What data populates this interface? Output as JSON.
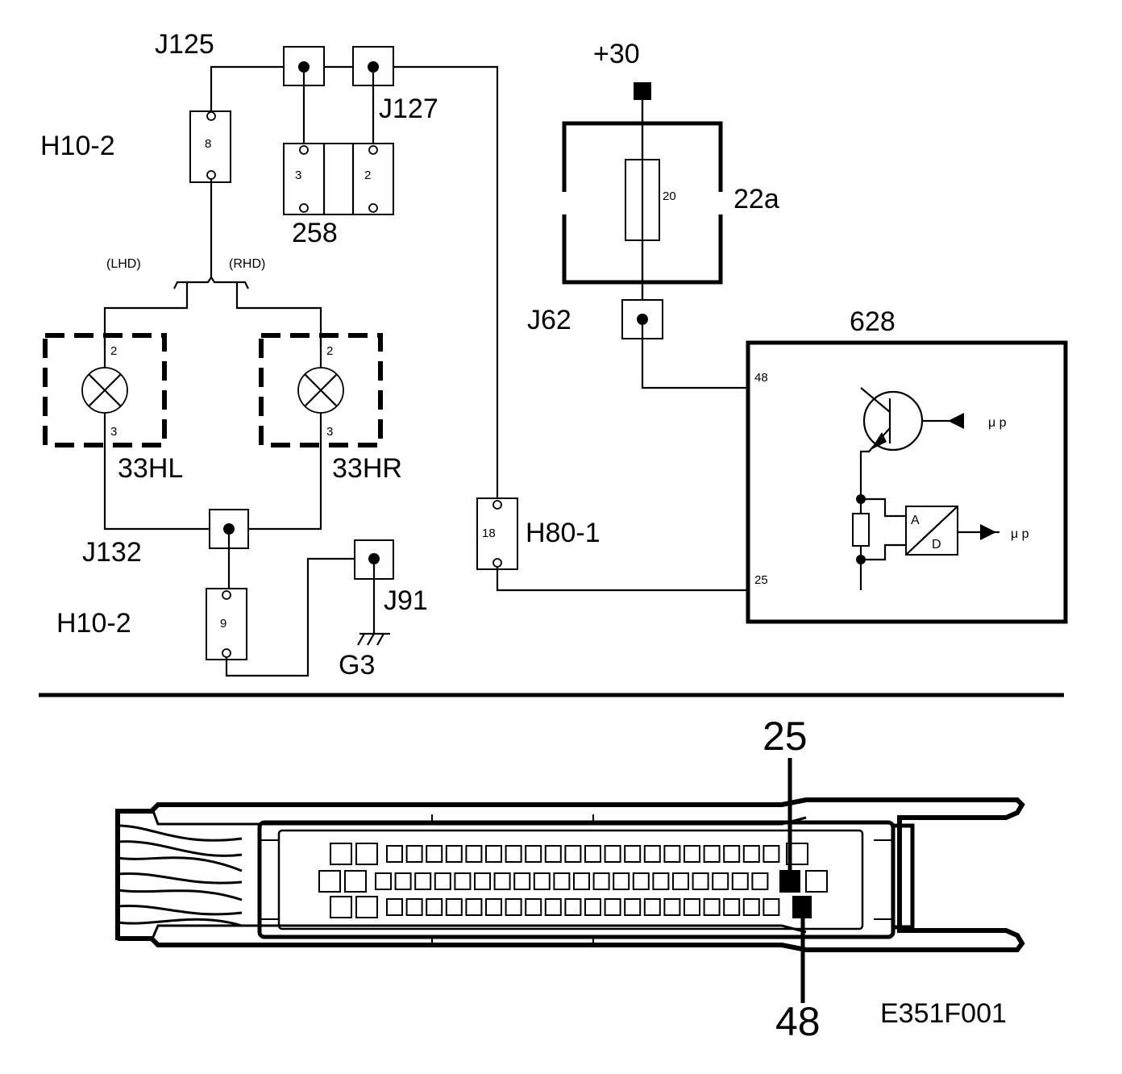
{
  "labels": {
    "j125": "J125",
    "j127": "J127",
    "h10_2_top": "H10-2",
    "h10_2_bottom": "H10-2",
    "c258": "258",
    "lhd": "(LHD)",
    "rhd": "(RHD)",
    "lamp_left": "33HL",
    "lamp_right": "33HR",
    "j132": "J132",
    "j91": "J91",
    "g3": "G3",
    "h80_1": "H80-1",
    "plus30": "+30",
    "fuse_box": "22a",
    "fuse_value": "20",
    "j62": "J62",
    "ecu": "628",
    "mu_p_1": "μ p",
    "mu_p_2": "μ p",
    "ad_a": "A",
    "ad_d": "D",
    "connector_pin_25": "25",
    "connector_pin_48": "48",
    "figure_code": "E351F001"
  },
  "pins": {
    "h10_2_top": "8",
    "h10_2_bottom": "9",
    "c258_left": "3",
    "c258_right": "2",
    "lamp_left_top": "2",
    "lamp_left_bottom": "3",
    "lamp_right_top": "2",
    "lamp_right_bottom": "3",
    "h80_1": "18",
    "ecu_48": "48",
    "ecu_25": "25"
  }
}
